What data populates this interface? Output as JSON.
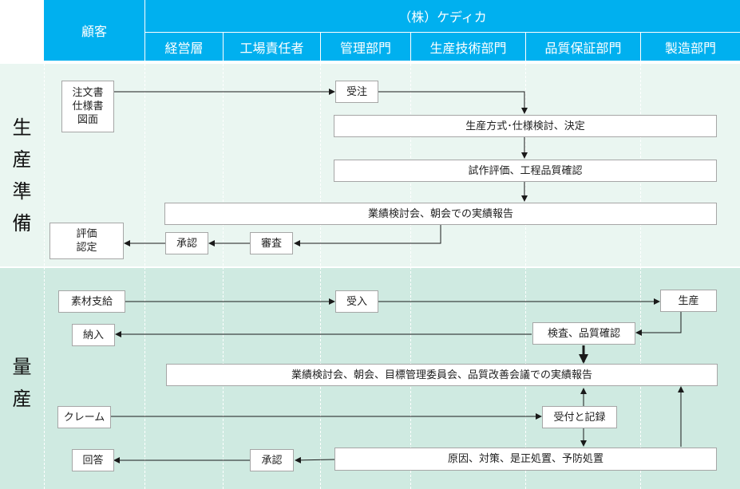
{
  "header": {
    "customer": "顧客",
    "company": "（株）ケディカ",
    "departments": [
      "経営層",
      "工場責任者",
      "管理部門",
      "生産技術部門",
      "品質保証部門",
      "製造部門"
    ]
  },
  "sections": {
    "preparation": [
      "生",
      "産",
      "準",
      "備"
    ],
    "mass": [
      "量",
      "産"
    ]
  },
  "prep": {
    "customer_docs": [
      "注文書",
      "仕様書",
      "図面"
    ],
    "order": "受注",
    "production_method": "生産方式･仕様検討、決定",
    "trial_eval": "試作評価、工程品質確認",
    "meeting": "業績検討会、朝会での実績報告",
    "review": "審査",
    "approval": "承認",
    "certification": [
      "評価",
      "認定"
    ]
  },
  "mass": {
    "material_supply": "素材支給",
    "receive": "受入",
    "production": "生産",
    "delivery": "納入",
    "inspection": "検査、品質確認",
    "meeting": "業績検討会、朝会、目標管理委員会、品質改善会議での実績報告",
    "claim": "クレーム",
    "receive_record": "受付と記録",
    "reply": "回答",
    "approval": "承認",
    "cause": "原因、対策、是正処置、予防処置"
  },
  "colors": {
    "header": "#00b0ef",
    "band_prep": "#eaf6f1",
    "band_mass": "#cfeae1"
  }
}
